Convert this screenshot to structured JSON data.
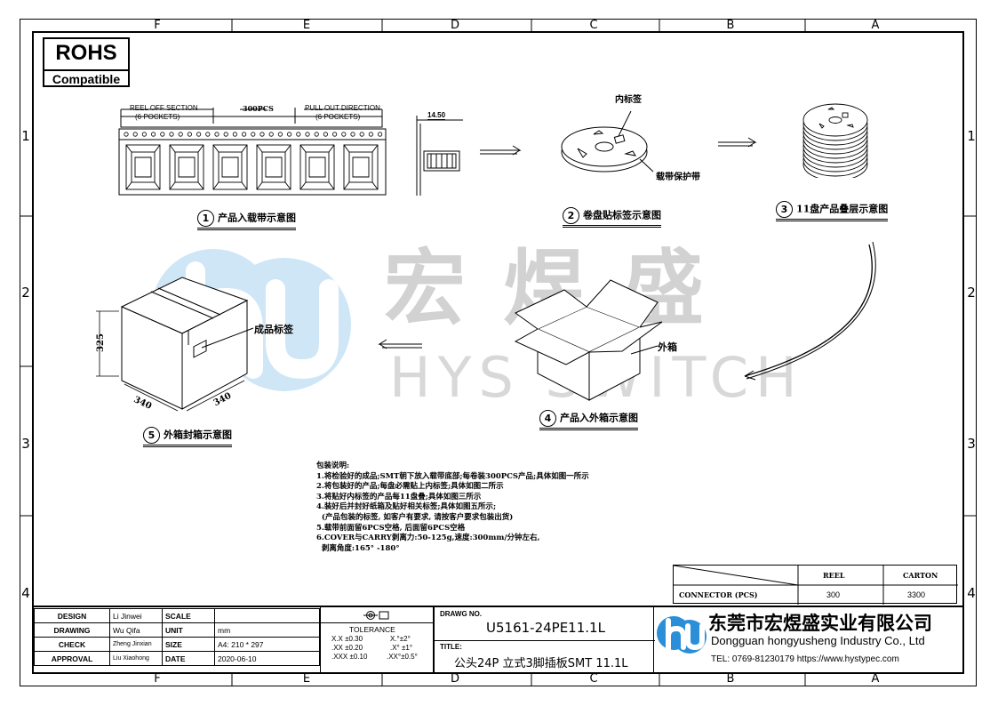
{
  "zones": {
    "top": [
      "F",
      "E",
      "D",
      "C",
      "B",
      "A"
    ],
    "bottom": [
      "F",
      "E",
      "D",
      "C",
      "B",
      "A"
    ],
    "left": [
      "1",
      "2",
      "3",
      "4"
    ],
    "right": [
      "1",
      "2",
      "3",
      "4"
    ]
  },
  "rohs": {
    "line1": "ROHS",
    "line2": "Compatible"
  },
  "tape": {
    "reel_off": "REEL OFF SECTION",
    "reel_off_pockets": "(6 POCKETS)",
    "pcs": "300PCS",
    "pull_out": "PULL OUT DIRECTION",
    "pull_out_pockets": "(6 POCKETS)",
    "dim": "14.50"
  },
  "reel_labels": {
    "inner_label": "内标签",
    "tape_protect": "载带保护带"
  },
  "steps": [
    {
      "num": "1",
      "text": "产品入载带示意图"
    },
    {
      "num": "2",
      "text": "卷盘贴标签示意图"
    },
    {
      "num": "3",
      "text": "11盘产品叠层示意图"
    },
    {
      "num": "4",
      "text": "产品入外箱示意图"
    },
    {
      "num": "5",
      "text": "外箱封箱示意图"
    }
  ],
  "box": {
    "label": "成品标签",
    "height": "325",
    "width": "340",
    "depth": "340"
  },
  "open_box": {
    "label": "外箱"
  },
  "watermark": {
    "cn": "宏煜盛",
    "en": "HYS SWITCH"
  },
  "notes": [
    "包装说明:",
    "1.将检验好的成品;SMT朝下放入载带底部;每卷装300PCS产品;具体如图一所示",
    "2.将包装好的产品;每盘必需贴上内标签;具体如图二所示",
    "3.将贴好内标签的产品每11盘叠;具体如图三所示",
    "4.装好后并封好纸箱及贴好相关标签;具体如图五所示;",
    "  (产品包装的标签, 如客户有要求, 请按客户要求包装出货)",
    "5.载带前面留6PCS空格, 后面留6PCS空格",
    "6.COVER与CARRY剥离力:50-125g,速度:300mm/分钟左右,",
    "  剥离角度:165° -180°"
  ],
  "qty_table": {
    "headers": [
      "",
      "REEL",
      "CARTON"
    ],
    "row_label": "CONNECTOR (PCS)",
    "reel": "300",
    "carton": "3300"
  },
  "title_block": {
    "rows": [
      {
        "role": "DESIGN",
        "name": "Li Jinwei",
        "key": "SCALE",
        "value": ""
      },
      {
        "role": "DRAWING",
        "name": "Wu Qifa",
        "key": "UNIT",
        "value": "mm"
      },
      {
        "role": "CHECK",
        "name": "Zheng Jinxian",
        "key": "SIZE",
        "value": "A4: 210 * 297"
      },
      {
        "role": "APPROVAL",
        "name": "Liu Xiaohong",
        "key": "DATE",
        "value": "2020-06-10"
      }
    ],
    "tolerance_label": "TOLERANCE",
    "tolerance": [
      [
        "X.X  ±0.30",
        "X.°±2°"
      ],
      [
        ".XX  ±0.20",
        ".X° ±1°"
      ],
      [
        ".XXX ±0.10",
        ".XX°±0.5°"
      ]
    ],
    "drawg_no_label": "DRAWG NO.",
    "drawg_no": "U5161-24PE11.1L",
    "title_label": "TITLE:",
    "title": "公头24P 立式3脚插板SMT 11.1L"
  },
  "company": {
    "cn": "东莞市宏煜盛实业有限公司",
    "en": "Dongguan hongyusheng Industry Co., Ltd",
    "contact": "TEL: 0769-81230179  https://www.hystypec.com"
  },
  "colors": {
    "logo_blue": "#2a8fd8",
    "watermark": "#d2d2d2"
  }
}
